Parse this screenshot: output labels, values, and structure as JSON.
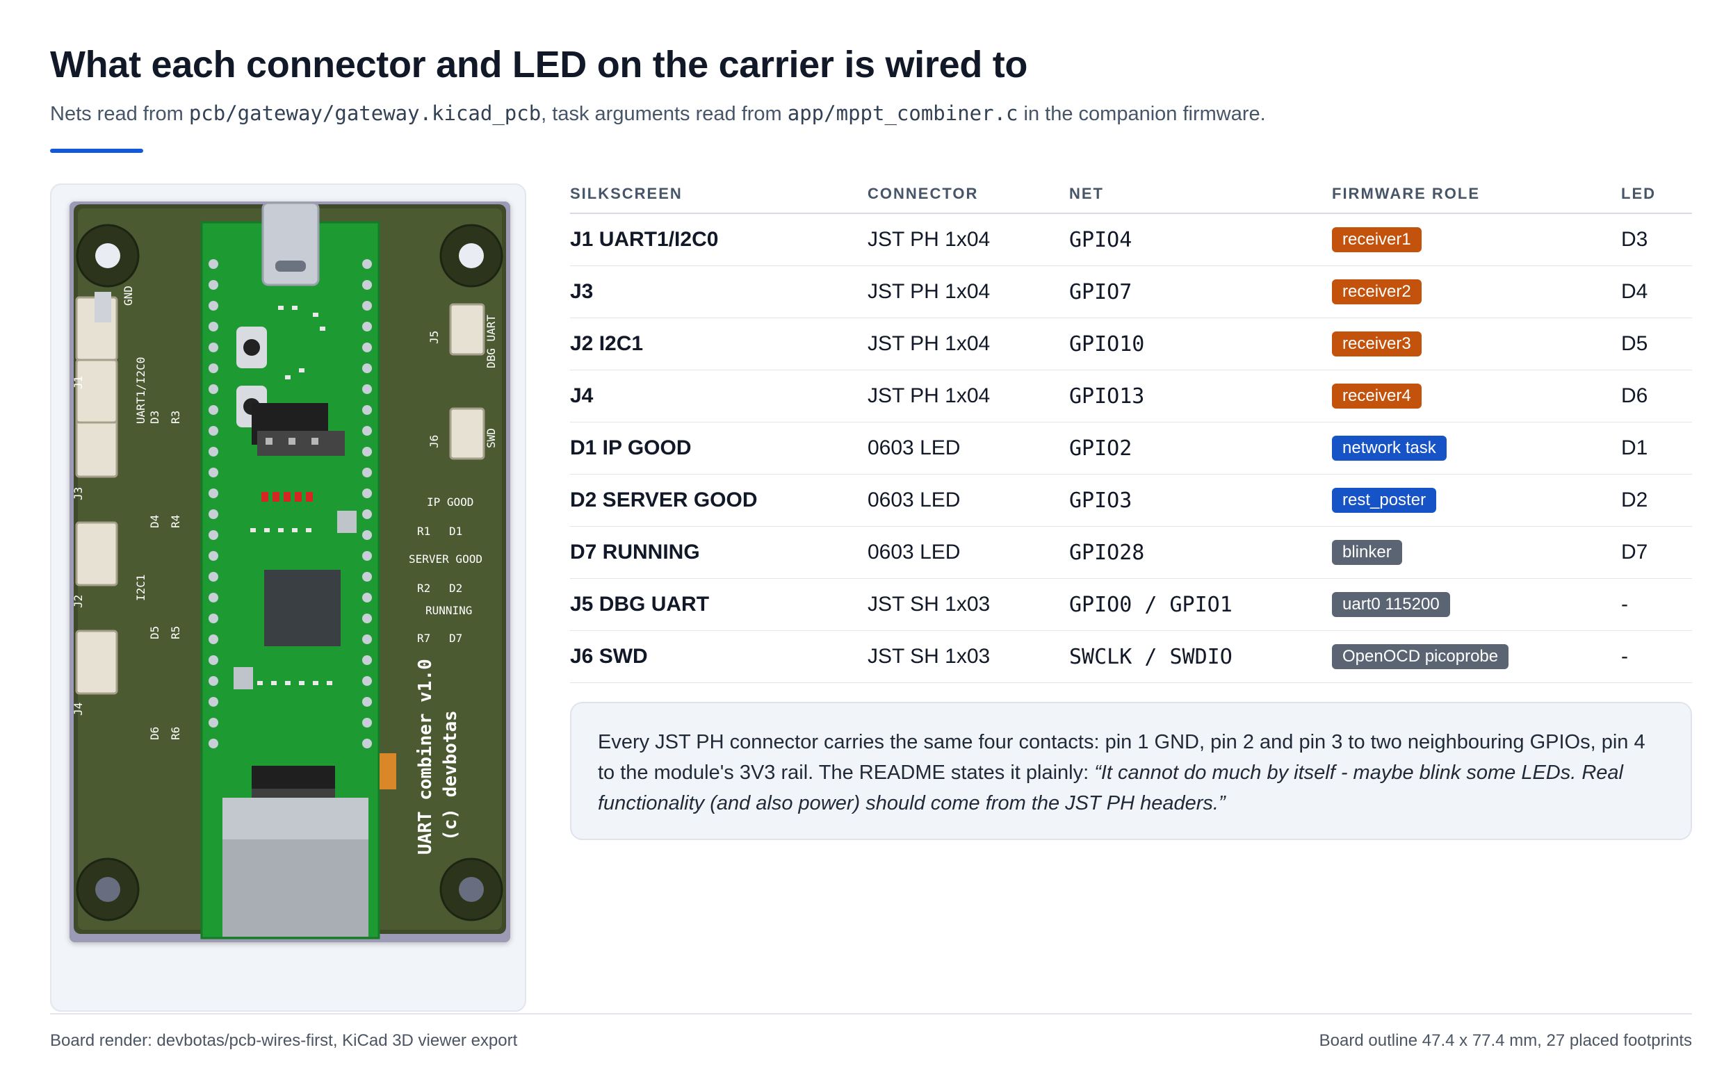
{
  "header": {
    "title": "What each connector and LED on the carrier is wired to",
    "subtitle_prefix": "Nets read from ",
    "subtitle_path1": "pcb/gateway/gateway.kicad_pcb",
    "subtitle_mid": ", task arguments read from ",
    "subtitle_path2": "app/mppt_combiner.c",
    "subtitle_suffix": " in the companion firmware."
  },
  "board": {
    "silk_gnd": "GND",
    "silk_j1": "J1",
    "silk_uart": "UART1/I2C0",
    "silk_d3": "D3",
    "silk_r3": "R3",
    "silk_j3": "J3",
    "silk_d4": "D4",
    "silk_r4": "R4",
    "silk_j2": "J2",
    "silk_i2c1": "I2C1",
    "silk_d5": "D5",
    "silk_r5": "R5",
    "silk_j4": "J4",
    "silk_d6": "D6",
    "silk_r6": "R6",
    "silk_j5": "J5",
    "silk_dbg": "DBG UART",
    "silk_j6": "J6",
    "silk_swd": "SWD",
    "silk_ipgood": "IP GOOD",
    "silk_r1": "R1",
    "silk_d1": "D1",
    "silk_servergood": "SERVER GOOD",
    "silk_r2": "R2",
    "silk_d2": "D2",
    "silk_running": "RUNNING",
    "silk_r7": "R7",
    "silk_d7": "D7",
    "silk_name": "UART combiner v1.0",
    "silk_author": "(c) devbotas"
  },
  "table": {
    "headers": [
      "SILKSCREEN",
      "CONNECTOR",
      "NET",
      "FIRMWARE ROLE",
      "LED"
    ],
    "rows": [
      {
        "silk": "J1 UART1/I2C0",
        "connector": "JST PH 1x04",
        "net": "GPIO4",
        "role": "receiver1",
        "led": "D3"
      },
      {
        "silk": "J3",
        "connector": "JST PH 1x04",
        "net": "GPIO7",
        "role": "receiver2",
        "led": "D4"
      },
      {
        "silk": "J2 I2C1",
        "connector": "JST PH 1x04",
        "net": "GPIO10",
        "role": "receiver3",
        "led": "D5"
      },
      {
        "silk": "J4",
        "connector": "JST PH 1x04",
        "net": "GPIO13",
        "role": "receiver4",
        "led": "D6"
      },
      {
        "silk": "D1 IP GOOD",
        "connector": "0603 LED",
        "net": "GPIO2",
        "role": "network task",
        "led": "D1"
      },
      {
        "silk": "D2 SERVER GOOD",
        "connector": "0603 LED",
        "net": "GPIO3",
        "role": "rest_poster",
        "led": "D2"
      },
      {
        "silk": "D7 RUNNING",
        "connector": "0603 LED",
        "net": "GPIO28",
        "role": "blinker",
        "led": "D7"
      },
      {
        "silk": "J5 DBG UART",
        "connector": "JST SH 1x03",
        "net": "GPIO0 / GPIO1",
        "role": "uart0 115200",
        "led": "-"
      },
      {
        "silk": "J6 SWD",
        "connector": "JST SH 1x03",
        "net": "SWCLK / SWDIO",
        "role": "OpenOCD picoprobe",
        "led": "-"
      }
    ]
  },
  "colors": {
    "receiver": "#c2520c",
    "network": "#1553c7",
    "neutral": "#5b6472",
    "accent": "#1558d6"
  },
  "note": {
    "text": "Every JST PH connector carries the same four contacts: pin 1 GND, pin 2 and pin 3 to two neighbouring GPIOs, pin 4 to the module's 3V3 rail. The README states it plainly: ",
    "quote": "“It cannot do much by itself - maybe blink some LEDs. Real functionality (and also power) should come from the JST PH headers.”"
  },
  "footer": {
    "left": "Board render: devbotas/pcb-wires-first, KiCad 3D viewer export",
    "right": "Board outline 47.4 x 77.4 mm, 27 placed footprints"
  }
}
